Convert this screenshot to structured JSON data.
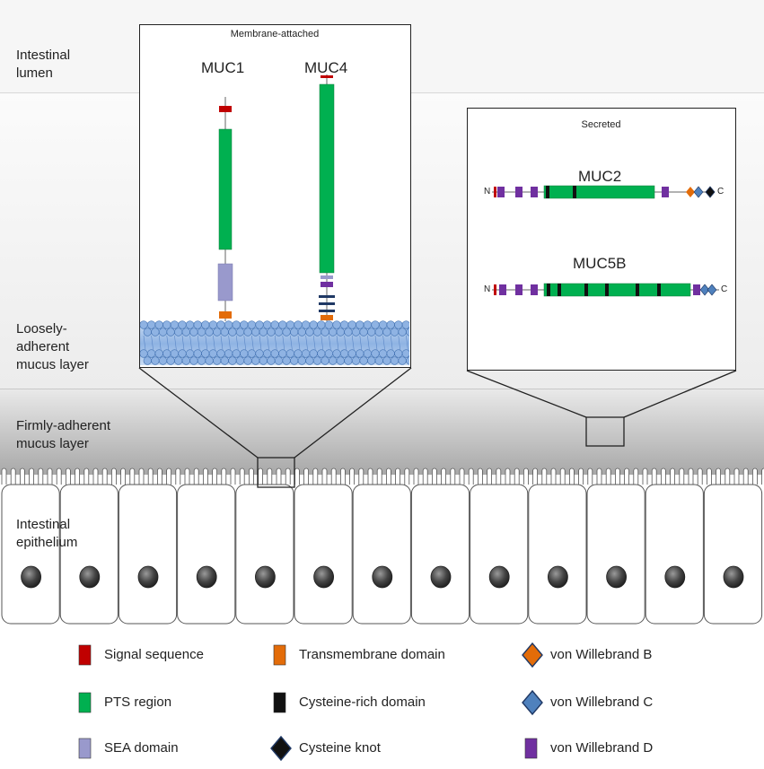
{
  "zones": {
    "lumen": "Intestinal\nlumen",
    "loose": "Loosely-\nadherent\nmucus layer",
    "firm": "Firmly-adherent\nmucus layer",
    "epithelium": "Intestinal\nepithelium"
  },
  "membrane_box": {
    "title": "Membrane-attached",
    "mucins": [
      "MUC1",
      "MUC4"
    ]
  },
  "secreted_box": {
    "title": "Secreted",
    "mucins": [
      "MUC2",
      "MUC5B"
    ],
    "n_label": "N",
    "c_label": "C"
  },
  "legend": [
    {
      "label": "Signal sequence",
      "shape": "rect",
      "color": "#c00000"
    },
    {
      "label": "Transmembrane domain",
      "shape": "rect",
      "color": "#e36c09"
    },
    {
      "label": "von Willebrand B",
      "shape": "diamond",
      "color": "#e36c09"
    },
    {
      "label": "PTS region",
      "shape": "rect",
      "color": "#00b050"
    },
    {
      "label": "Cysteine-rich domain",
      "shape": "rect",
      "color": "#111111"
    },
    {
      "label": "von Willebrand C",
      "shape": "diamond",
      "color": "#4f81bd"
    },
    {
      "label": "SEA domain",
      "shape": "rect",
      "color": "#9999cc"
    },
    {
      "label": "Cysteine knot",
      "shape": "diamond",
      "color": "#111111"
    },
    {
      "label": "von Willebrand D",
      "shape": "rect",
      "color": "#7030a0"
    }
  ]
}
